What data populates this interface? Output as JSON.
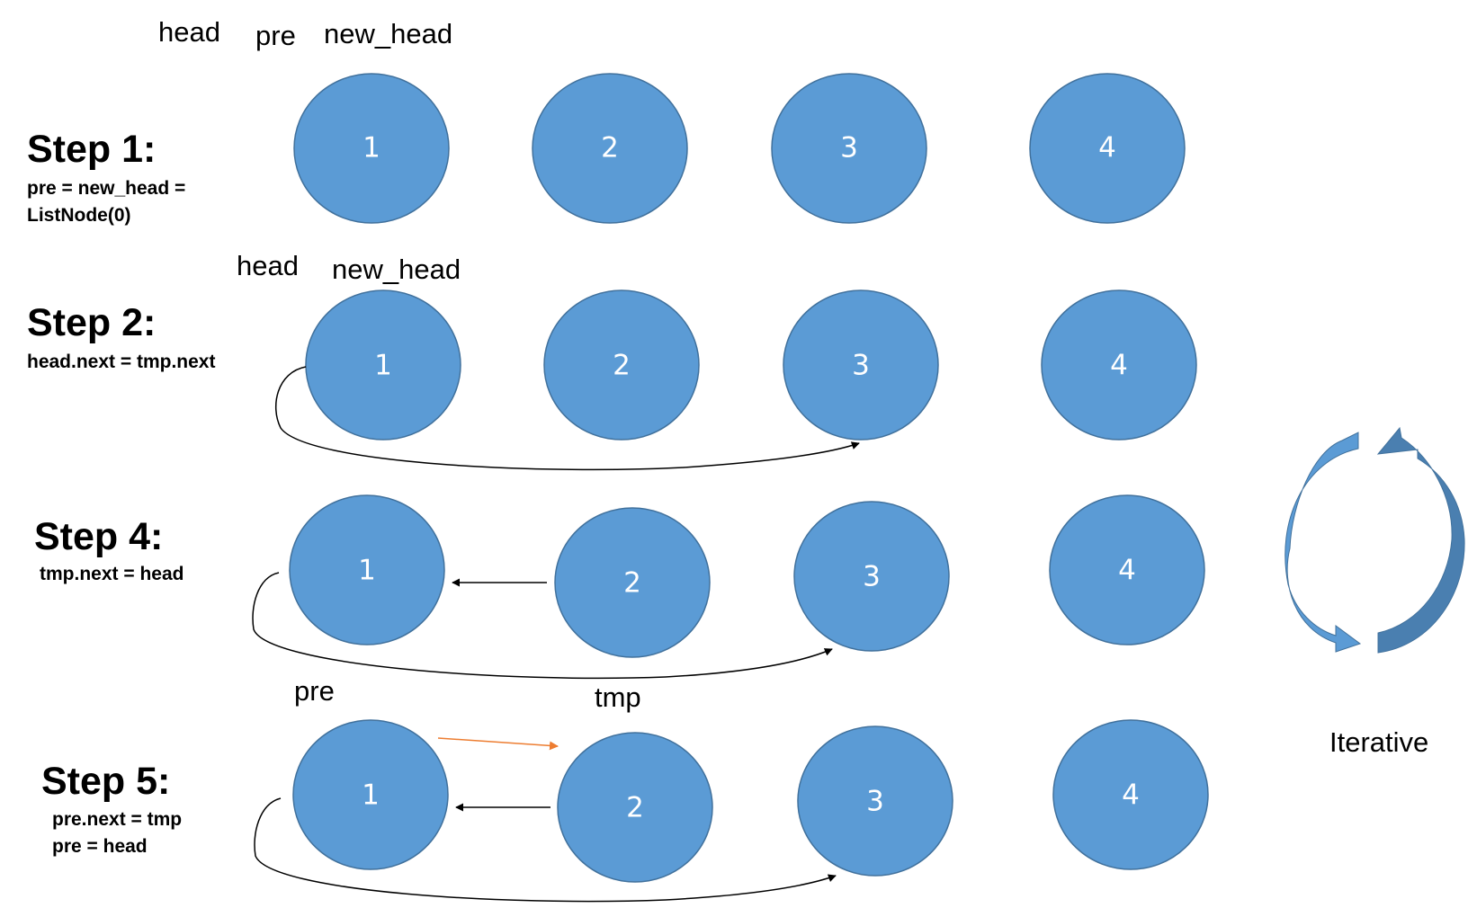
{
  "steps": [
    {
      "title": "Step 1:",
      "lines": [
        "pre = new_head =",
        "ListNode(0)"
      ],
      "pointers": [
        "head",
        "pre",
        "new_head"
      ],
      "nodes": [
        "1",
        "2",
        "3",
        "4"
      ]
    },
    {
      "title": "Step 2:",
      "lines": [
        "head.next = tmp.next"
      ],
      "pointers": [
        "head",
        "new_head"
      ],
      "nodes": [
        "1",
        "2",
        "3",
        "4"
      ]
    },
    {
      "title": "Step 4:",
      "lines": [
        "tmp.next = head"
      ],
      "pointers": [],
      "nodes": [
        "1",
        "2",
        "3",
        "4"
      ]
    },
    {
      "title": "Step 5:",
      "lines": [
        "pre.next = tmp",
        "pre = head"
      ],
      "pointers": [
        "pre",
        "tmp"
      ],
      "nodes": [
        "1",
        "2",
        "3",
        "4"
      ]
    }
  ],
  "cycle_label": "Iterative",
  "colors": {
    "node_fill": "#5b9bd5",
    "node_stroke": "#41719c",
    "arrow": "#000000",
    "highlight_arrow": "#ed7d31",
    "cycle_fill": "#5b9bd5",
    "cycle_dark": "#4a7fb0"
  }
}
